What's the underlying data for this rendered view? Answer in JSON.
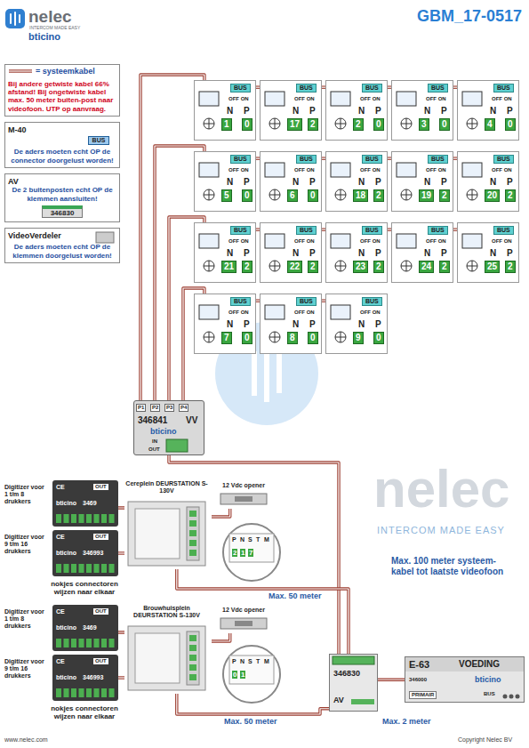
{
  "diagram": {
    "title": "GBM_17-0517",
    "nodes": [
      {
        "text": [
          "Bij andere getwiste kabel 66% afstand! Bij ongetwiste kabel max. 50 meter buiten-post naar videofoon. UTP op aanvraag."
        ]
      },
      {
        "text": [
          "M-40",
          "BUS",
          "De aders moeten echt OP de connector doorgelust worden!"
        ]
      },
      {
        "text": [
          "AV",
          "De 2 buitenposten echt OP de klemmen aansluiten!",
          "346830"
        ]
      },
      {
        "text": [
          "VideoVerdeler",
          "De aders moeten echt OP de klemmen doorgelust worden!"
        ]
      },
      {
        "text": [
          "BUS",
          "OFF ON",
          "N",
          "P",
          "1",
          "0"
        ]
      },
      {
        "text": [
          "BUS",
          "OFF ON",
          "N",
          "P",
          "17",
          "2"
        ]
      },
      {
        "text": [
          "BUS",
          "OFF ON",
          "N",
          "P",
          "2",
          "0"
        ]
      },
      {
        "text": [
          "BUS",
          "OFF ON",
          "N",
          "P",
          "3",
          "0"
        ]
      },
      {
        "text": [
          "BUS",
          "OFF ON",
          "N",
          "P",
          "4",
          "0"
        ]
      },
      {
        "text": [
          "BUS",
          "OFF ON",
          "N",
          "P",
          "5",
          "0"
        ]
      },
      {
        "text": [
          "BUS",
          "OFF ON",
          "N",
          "P",
          "6",
          "0"
        ]
      },
      {
        "text": [
          "BUS",
          "OFF ON",
          "N",
          "P",
          "18",
          "2"
        ]
      },
      {
        "text": [
          "BUS",
          "OFF ON",
          "N",
          "P",
          "19",
          "2"
        ]
      },
      {
        "text": [
          "BUS",
          "OFF ON",
          "N",
          "P",
          "20",
          "2"
        ]
      },
      {
        "text": [
          "BUS",
          "OFF ON",
          "N",
          "P",
          "21",
          "2"
        ]
      },
      {
        "text": [
          "BUS",
          "OFF ON",
          "N",
          "P",
          "22",
          "2"
        ]
      },
      {
        "text": [
          "BUS",
          "OFF ON",
          "N",
          "P",
          "23",
          "2"
        ]
      },
      {
        "text": [
          "BUS",
          "OFF ON",
          "N",
          "P",
          "24",
          "2"
        ]
      },
      {
        "text": [
          "BUS",
          "OFF ON",
          "N",
          "P",
          "25",
          "2"
        ]
      },
      {
        "text": [
          "BUS",
          "OFF ON",
          "N",
          "P",
          "7",
          "0"
        ]
      },
      {
        "text": [
          "BUS",
          "OFF ON",
          "N",
          "P",
          "8",
          "0"
        ]
      },
      {
        "text": [
          "BUS",
          "OFF ON",
          "N",
          "P",
          "9",
          "0"
        ]
      },
      {
        "text": [
          "P1",
          "P2",
          "P3",
          "P4",
          "346841",
          "VV",
          "bticino",
          "IN",
          "OUT"
        ]
      },
      {
        "text": [
          "Digitizer voor 1 t/m 8 drukkers",
          "CE",
          "OUT",
          "bticino",
          "3469"
        ]
      },
      {
        "text": [
          "Digitizer voor 9 t/m 16 drukkers",
          "CE",
          "OUT",
          "bticino",
          "346993"
        ]
      },
      {
        "text": [
          "Cereplein DEURSTATION S-130V"
        ]
      },
      {
        "text": [
          "12 Vdc opener"
        ]
      },
      {
        "text": [
          "P",
          "N",
          "S",
          "T",
          "M",
          "2",
          "1",
          "7"
        ]
      },
      {
        "text": [
          "Digitizer voor 1 t/m 8 drukkers",
          "CE",
          "OUT",
          "bticino",
          "3469"
        ]
      },
      {
        "text": [
          "Digitizer voor 9 t/m 16 drukkers",
          "CE",
          "OUT",
          "bticino",
          "346993"
        ]
      },
      {
        "text": [
          "Brouwhuisplein DEURSTATION S-130V"
        ]
      },
      {
        "text": [
          "12 Vdc opener"
        ]
      },
      {
        "text": [
          "P",
          "N",
          "S",
          "T",
          "M",
          "0",
          "1"
        ]
      },
      {
        "text": [
          "346830",
          "AV"
        ]
      },
      {
        "text": [
          "E-63",
          "VOEDING",
          "bticino",
          "346000",
          "PRIMAIR",
          "BUS"
        ]
      }
    ],
    "edges": [
      {
        "from": 22,
        "to": 4,
        "arrow": "none"
      },
      {
        "from": 4,
        "to": 5,
        "arrow": "none"
      },
      {
        "from": 5,
        "to": 6,
        "arrow": "none"
      },
      {
        "from": 6,
        "to": 7,
        "arrow": "none"
      },
      {
        "from": 7,
        "to": 8,
        "arrow": "none"
      },
      {
        "from": 22,
        "to": 9,
        "arrow": "none"
      },
      {
        "from": 9,
        "to": 10,
        "arrow": "none"
      },
      {
        "from": 10,
        "to": 11,
        "arrow": "none"
      },
      {
        "from": 11,
        "to": 12,
        "arrow": "none"
      },
      {
        "from": 12,
        "to": 13,
        "arrow": "none"
      },
      {
        "from": 22,
        "to": 14,
        "arrow": "none"
      },
      {
        "from": 14,
        "to": 15,
        "arrow": "none"
      },
      {
        "from": 15,
        "to": 16,
        "arrow": "none"
      },
      {
        "from": 16,
        "to": 17,
        "arrow": "none"
      },
      {
        "from": 17,
        "to": 18,
        "arrow": "none"
      },
      {
        "from": 22,
        "to": 19,
        "arrow": "none"
      },
      {
        "from": 19,
        "to": 20,
        "arrow": "none"
      },
      {
        "from": 20,
        "to": 21,
        "arrow": "none"
      },
      {
        "from": 33,
        "to": 22,
        "arrow": "none"
      },
      {
        "from": 25,
        "to": 33,
        "label": "Max. 50 meter",
        "arrow": "none"
      },
      {
        "from": 30,
        "to": 33,
        "label": "Max. 50 meter",
        "arrow": "none"
      },
      {
        "from": 34,
        "to": 33,
        "label": "Max. 2 meter",
        "arrow": "none"
      },
      {
        "from": 23,
        "to": 25,
        "arrow": "none"
      },
      {
        "from": 24,
        "to": 25,
        "arrow": "none"
      },
      {
        "from": 26,
        "to": 25,
        "arrow": "none"
      },
      {
        "from": 28,
        "to": 30,
        "arrow": "none"
      },
      {
        "from": 29,
        "to": 30,
        "arrow": "none"
      },
      {
        "from": 31,
        "to": 30,
        "arrow": "none"
      }
    ],
    "labels": [
      "nelec",
      "INTERCOM MADE EASY",
      "bticino",
      "nelec",
      "INTERCOM MADE EASY",
      "nokjes connectoren wijzen naar elkaar",
      "nokjes connectoren wijzen naar elkaar",
      "Max. 100 meter systeem-kabel tot laatste videofoon",
      "www.nelec.com",
      "Copyright Nelec BV"
    ],
    "legend": [
      {
        "text": "= systeemkabel"
      }
    ]
  }
}
